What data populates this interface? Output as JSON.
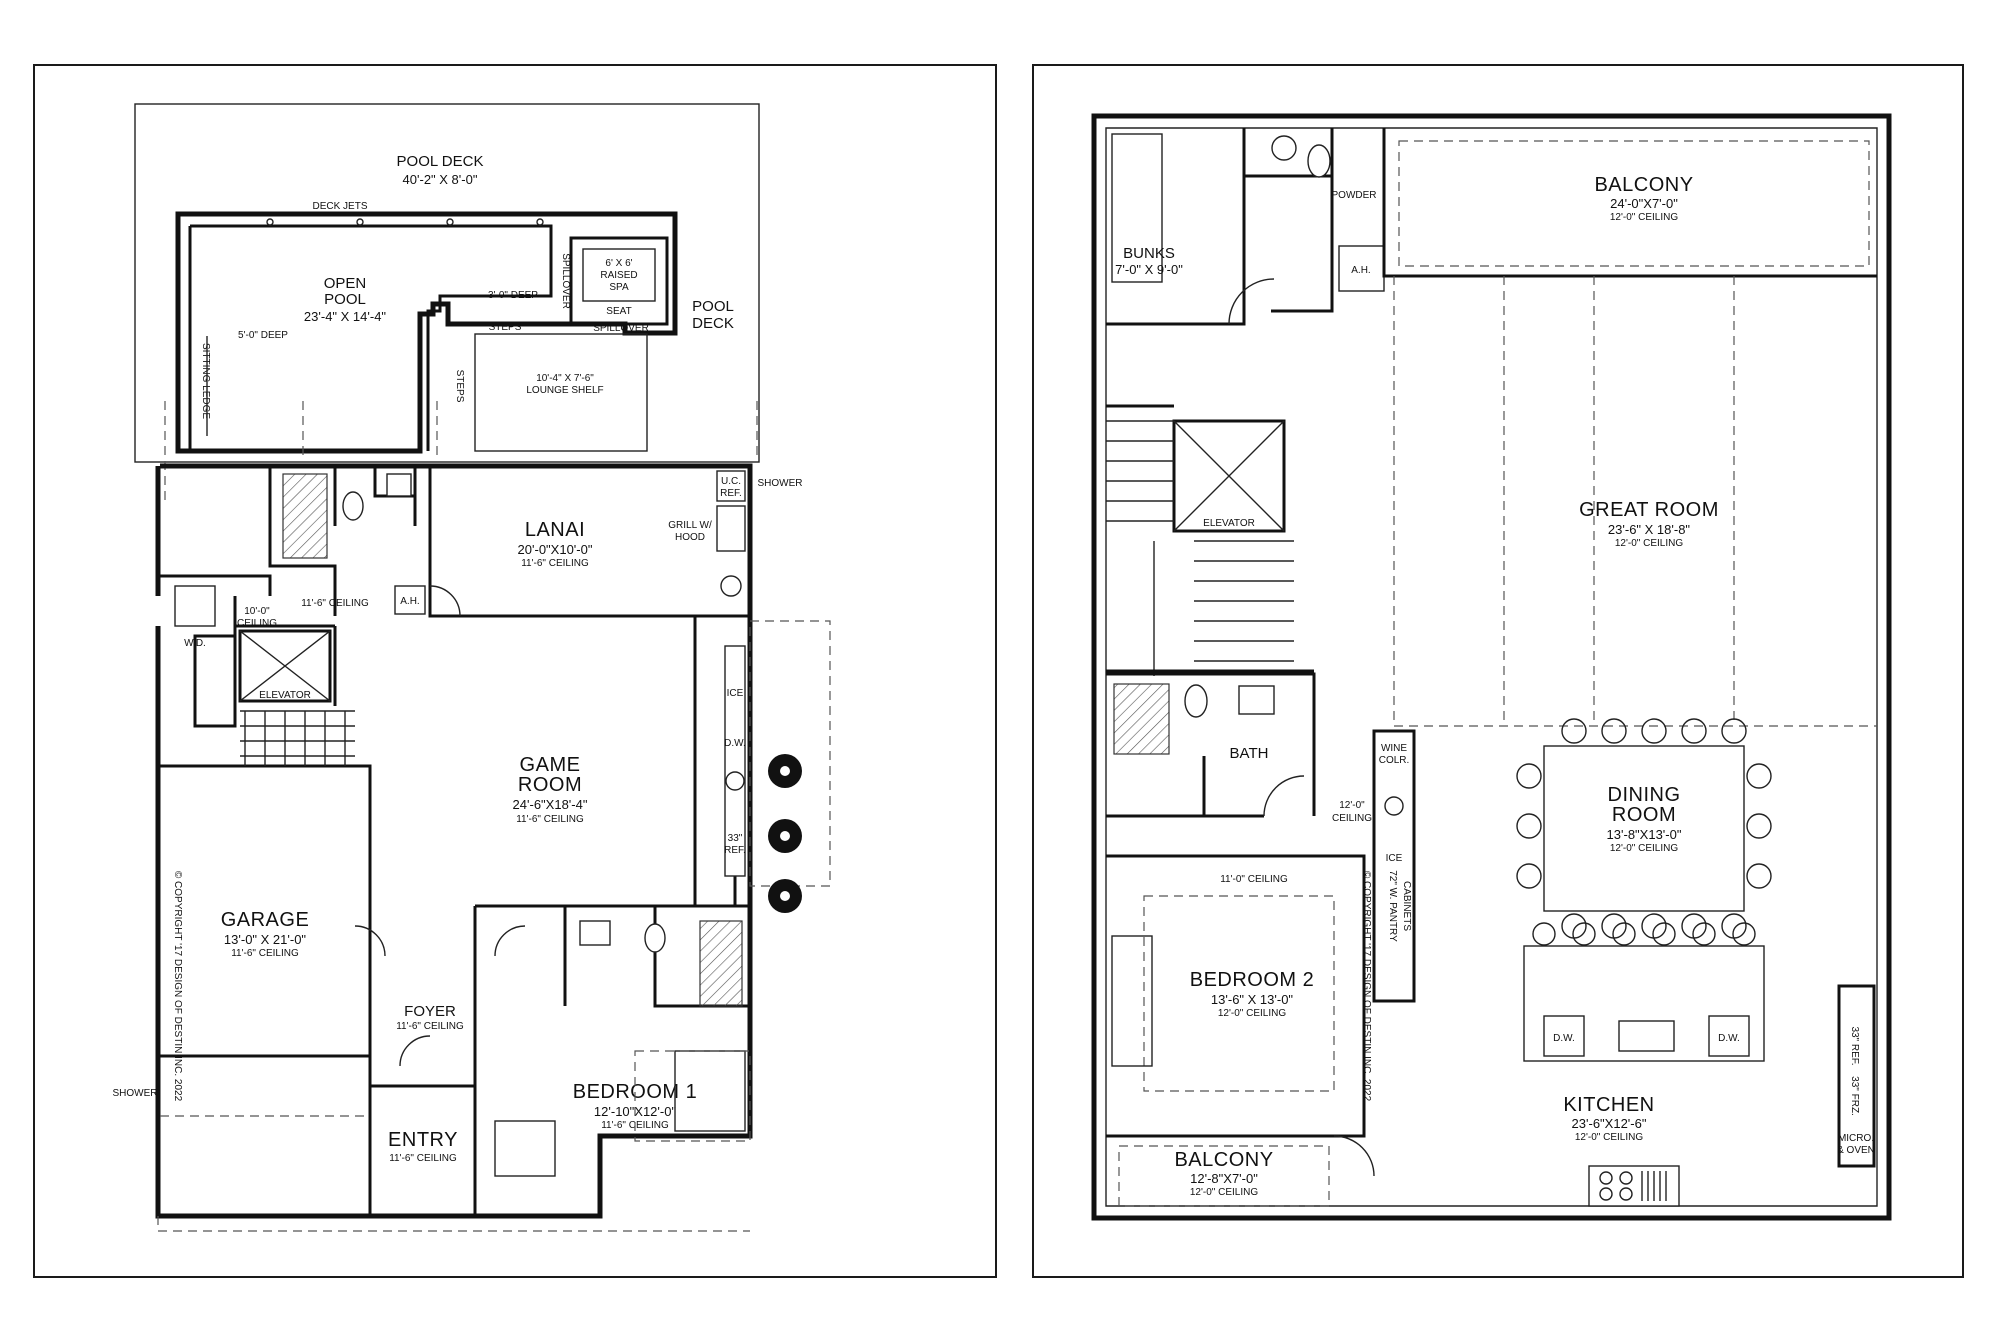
{
  "first_floor": {
    "pool_deck_top": {
      "name": "POOL DECK",
      "size": "40'-2\" X 8'-0\""
    },
    "pool_deck_right": {
      "line1": "POOL",
      "line2": "DECK"
    },
    "deck_jets": "DECK JETS",
    "open_pool": {
      "line1": "OPEN",
      "line2": "POOL",
      "size": "23'-4\" X 14'-4\""
    },
    "pool_depth_shallow": "3'-0\" DEEP",
    "pool_depth_deep": "5'-0\" DEEP",
    "sitting_ledge": "SITTING LEDGE",
    "spillover_vertical": "SPILLOVER",
    "spillover": "SPILLOVER",
    "raised_spa": {
      "line1": "6' X 6'",
      "line2": "RAISED",
      "line3": "SPA"
    },
    "seat": "SEAT",
    "steps": "STEPS",
    "lounge_shelf": {
      "size": "10'-4\" X 7'-6\"",
      "name": "LOUNGE SHELF"
    },
    "shower_top": "SHOWER",
    "shower_left": "SHOWER",
    "lanai": {
      "name": "LANAI",
      "size": "20'-0\"X10'-0\"",
      "ceiling": "11'-6\" CEILING"
    },
    "grill": {
      "line1": "GRILL W/",
      "line2": "HOOD"
    },
    "uc_ref": {
      "line1": "U.C.",
      "line2": "REF."
    },
    "wd": "W.D.",
    "laundry_ceiling": {
      "line1": "10'-0\"",
      "line2": "CEILING"
    },
    "hall_ceiling": "11'-6\" CEILING",
    "ah": "A.H.",
    "elevator": "ELEVATOR",
    "game_room": {
      "line1": "GAME",
      "line2": "ROOM",
      "size": "24'-6\"X18'-4\"",
      "ceiling": "11'-6\" CEILING"
    },
    "ice": "ICE",
    "dw": "D.W.",
    "ref33": {
      "line1": "33\"",
      "line2": "REF."
    },
    "garage": {
      "name": "GARAGE",
      "size": "13'-0\" X 21'-0\"",
      "ceiling": "11'-6\" CEILING"
    },
    "copyright": "© COPYRIGHT '17 DESIGN OF DESTIN INC. 2022",
    "foyer": {
      "name": "FOYER",
      "ceiling": "11'-6\" CEILING"
    },
    "entry": {
      "name": "ENTRY",
      "ceiling": "11'-6\" CEILING"
    },
    "bedroom1": {
      "name": "BEDROOM 1",
      "size": "12'-10\"X12'-0\"",
      "ceiling": "11'-6\" CEILING"
    }
  },
  "second_floor": {
    "bunks": {
      "name": "BUNKS",
      "size": "7'-0\" X 9'-0\""
    },
    "powder": "POWDER",
    "ah": "A.H.",
    "balcony_top": {
      "name": "BALCONY",
      "size": "24'-0\"X7'-0\"",
      "ceiling": "12'-0\" CEILING"
    },
    "elevator": "ELEVATOR",
    "great_room": {
      "name": "GREAT ROOM",
      "size": "23'-6\" X 18'-8\"",
      "ceiling": "12'-0\" CEILING"
    },
    "bath": "BATH",
    "hall_ceiling": {
      "line1": "12'-0\"",
      "line2": "CEILING"
    },
    "wine": {
      "line1": "WINE",
      "line2": "COLR."
    },
    "ice": "ICE",
    "pantry": {
      "line1": "72\" W. PANTRY",
      "line2": "CABINETS"
    },
    "copyright": "© COPYRIGHT '17 DESIGN OF DESTIN INC. 2022",
    "dining_room": {
      "line1": "DINING",
      "line2": "ROOM",
      "size": "13'-8\"X13'-0\"",
      "ceiling": "12'-0\" CEILING"
    },
    "bedroom2_ceiling_label": "11'-0\" CEILING",
    "bedroom2": {
      "name": "BEDROOM 2",
      "size": "13'-6\" X 13'-0\"",
      "ceiling": "12'-0\" CEILING"
    },
    "balcony_bottom": {
      "name": "BALCONY",
      "size": "12'-8\"X7'-0\"",
      "ceiling": "12'-0\" CEILING"
    },
    "kitchen": {
      "name": "KITCHEN",
      "size": "23'-6\"X12'-6\"",
      "ceiling": "12'-0\" CEILING"
    },
    "dw_left": "D.W.",
    "dw_right": "D.W.",
    "ref33": "33\" REF.",
    "frz33": "33\" FRZ.",
    "micro": {
      "line1": "MICRO.",
      "line2": "& OVEN"
    }
  }
}
